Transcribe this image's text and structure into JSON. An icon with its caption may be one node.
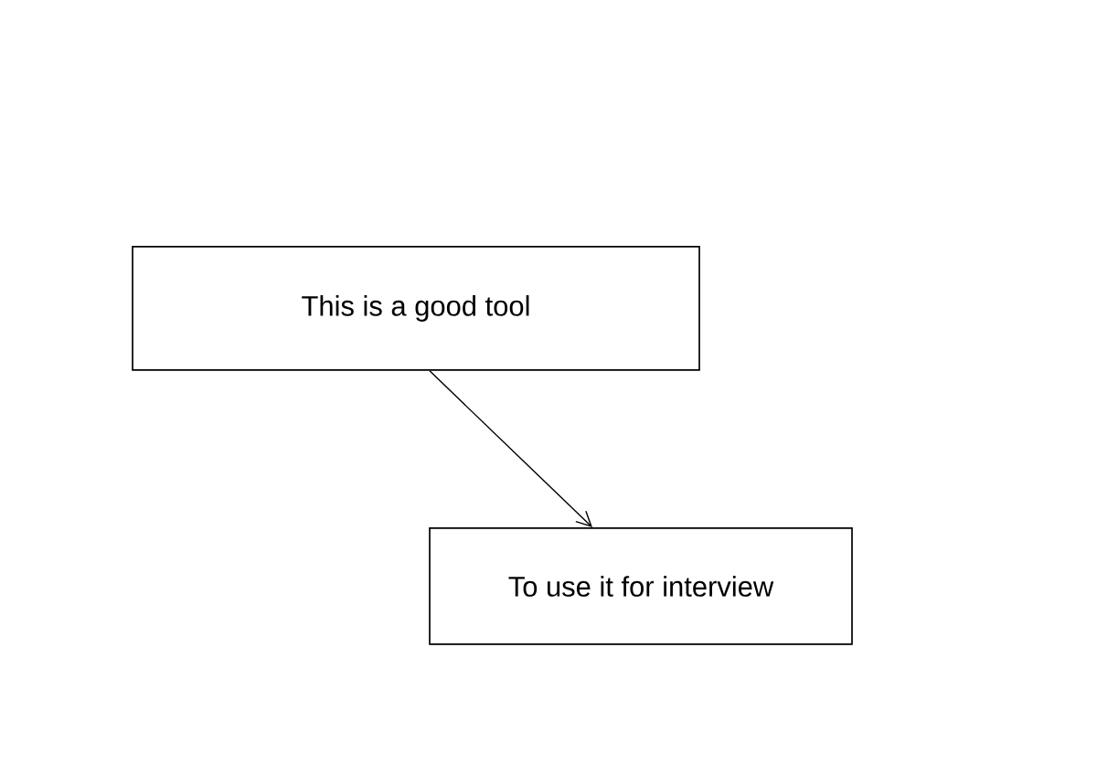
{
  "diagram": {
    "nodes": [
      {
        "text": [
          "This is a good tool"
        ]
      },
      {
        "text": [
          "To use it for interview"
        ]
      }
    ],
    "edges": [
      {
        "from": 0,
        "to": 1,
        "arrow": "to"
      }
    ]
  }
}
